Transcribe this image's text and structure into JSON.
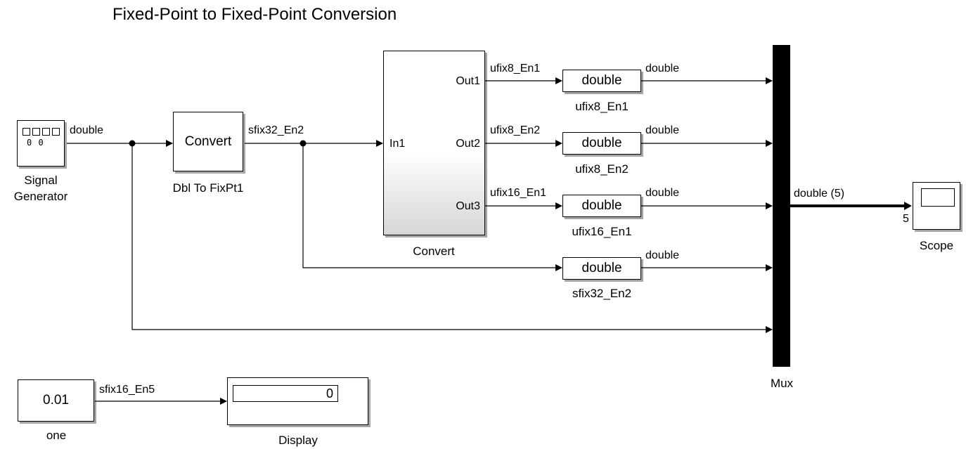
{
  "title": "Fixed-Point to Fixed-Point Conversion",
  "blocks": {
    "signal_generator": {
      "label_line1": "Signal",
      "label_line2": "Generator",
      "icon_text": "▯▯▯▯\n0 0"
    },
    "dbl_to_fixpt1": {
      "text": "Convert",
      "label": "Dbl To FixPt1"
    },
    "convert_subsystem": {
      "label": "Convert",
      "in_port": "In1",
      "out_ports": [
        "Out1",
        "Out2",
        "Out3"
      ]
    },
    "dtc": [
      {
        "text": "double",
        "label": "ufix8_En1"
      },
      {
        "text": "double",
        "label": "ufix8_En2"
      },
      {
        "text": "double",
        "label": "ufix16_En1"
      },
      {
        "text": "double",
        "label": "sfix32_En2"
      }
    ],
    "mux": {
      "label": "Mux"
    },
    "scope": {
      "label": "Scope",
      "port_count": "5"
    },
    "constant": {
      "value": "0.01",
      "label": "one"
    },
    "display": {
      "value": "0",
      "label": "Display"
    }
  },
  "signals": {
    "sig_gen_out": "double",
    "dbl_to_fixpt_out": "sfix32_En2",
    "out1": "ufix8_En1",
    "out2": "ufix8_En2",
    "out3": "ufix16_En1",
    "dtc_out": [
      "double",
      "double",
      "double",
      "double"
    ],
    "mux_out": "double (5)",
    "const_out": "sfix16_En5"
  }
}
